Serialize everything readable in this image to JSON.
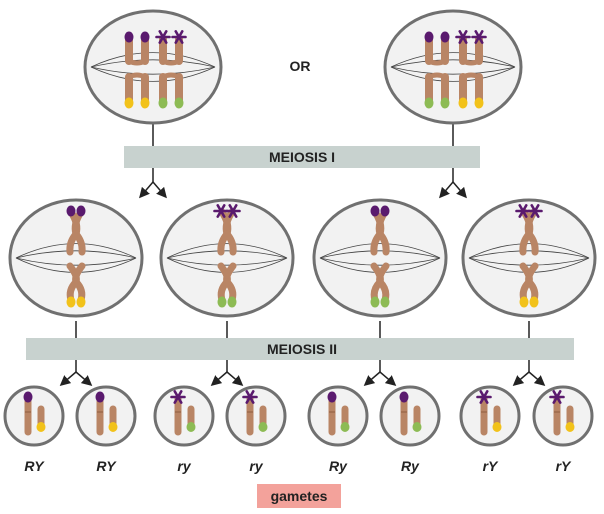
{
  "labels": {
    "or": "OR",
    "meiosis1": "MEIOSIS I",
    "meiosis2": "MEIOSIS II",
    "gametes": "gametes"
  },
  "meiosis1_cells": [
    {
      "top": "plain",
      "top_color": "purple",
      "bottom_color": "yellow"
    },
    {
      "top": "star",
      "top_color": "purple",
      "bottom_color": "green"
    },
    {
      "top": "plain",
      "top_color": "purple",
      "bottom_color": "green"
    },
    {
      "top": "star",
      "top_color": "purple",
      "bottom_color": "yellow"
    }
  ],
  "gametes": [
    {
      "label": "RY",
      "top": "plain",
      "bottom_color": "yellow"
    },
    {
      "label": "RY",
      "top": "plain",
      "bottom_color": "yellow"
    },
    {
      "label": "ry",
      "top": "star",
      "bottom_color": "green"
    },
    {
      "label": "ry",
      "top": "star",
      "bottom_color": "green"
    },
    {
      "label": "Ry",
      "top": "plain",
      "bottom_color": "green"
    },
    {
      "label": "Ry",
      "top": "plain",
      "bottom_color": "green"
    },
    {
      "label": "rY",
      "top": "star",
      "bottom_color": "yellow"
    },
    {
      "label": "rY",
      "top": "star",
      "bottom_color": "yellow"
    }
  ],
  "colors": {
    "chromosome": "#b98565",
    "purple": "#5a1a6e",
    "yellow": "#f2c21a",
    "green": "#8dbb54",
    "cell_border": "#707070",
    "cell_fill": "#f2f2f2",
    "bar": "#c8d2cf",
    "gametes_bg": "#f3a29b"
  }
}
